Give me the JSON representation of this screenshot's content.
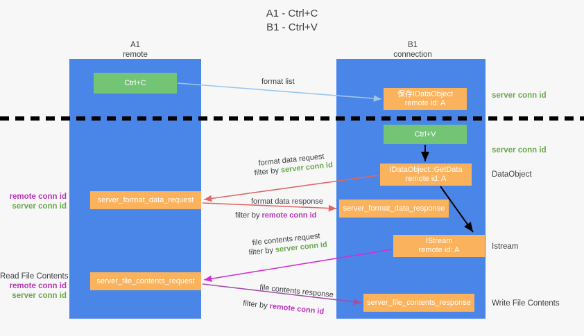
{
  "title": {
    "line1": "A1 - Ctrl+C",
    "line2": "B1 - Ctrl+V"
  },
  "columns": [
    {
      "name": "A1",
      "sub": "remote"
    },
    {
      "name": "B1",
      "sub": "connection"
    }
  ],
  "colors": {
    "lane": "#4a86e8",
    "green_box": "#74c476",
    "orange_box": "#fbb25c",
    "server_conn_id": "#6aa84f",
    "remote_conn_id": "#b836b8",
    "format_arrow": "#9fc5e8",
    "data_arrow_red": "#e06666",
    "stream_arrow_magenta": "#d12fd1",
    "stream_arrow_purple": "#a64ca6",
    "black_arrow": "#000000",
    "divider": "#000000",
    "background": "#f7f7f7",
    "text": "#3c4043"
  },
  "boxes": {
    "ctrl_c": {
      "label": "Ctrl+C"
    },
    "save_idataobject": {
      "line1": "保存IDataObject",
      "line2": "remote id: A"
    },
    "ctrl_v": {
      "label": "Ctrl+V"
    },
    "getdata": {
      "line1": "IDataObject::GetData",
      "line2": "remote id: A"
    },
    "istream": {
      "line1": "IStream",
      "line2": "remote id: A"
    },
    "server_format_data_request": {
      "label": "server_format_data_request"
    },
    "server_format_data_response": {
      "label": "server_format_data_response"
    },
    "server_file_contents_request": {
      "label": "server_file_contents_request"
    },
    "server_file_contents_response": {
      "label": "server_file_contents_response"
    }
  },
  "edge_labels": {
    "format_list": "format list",
    "format_data_request": "format data request",
    "format_data_request_filter_prefix": "filter by ",
    "format_data_request_filter_value": "server conn id",
    "format_data_response": "format data response",
    "format_data_response_filter_prefix": "filter by ",
    "format_data_response_filter_value": "remote conn id",
    "file_contents_request": "file contents request",
    "file_contents_request_filter_prefix": "filter by ",
    "file_contents_request_filter_value": "server conn id",
    "file_contents_response": "file contents response",
    "file_contents_response_filter_prefix": "filter by ",
    "file_contents_response_filter_value": "remote conn id"
  },
  "right_labels": {
    "server_conn_id_top": "server conn id",
    "server_conn_id_mid": "server conn id",
    "dataobject": "DataObject",
    "istream": "Istream",
    "write_file_contents": "Write File Contents"
  },
  "left_labels": {
    "remote_conn_id_1": "remote conn id",
    "server_conn_id_1": "server conn id",
    "read_file_contents": "Read File Contents",
    "remote_conn_id_2": "remote conn id",
    "server_conn_id_2": "server conn id"
  }
}
